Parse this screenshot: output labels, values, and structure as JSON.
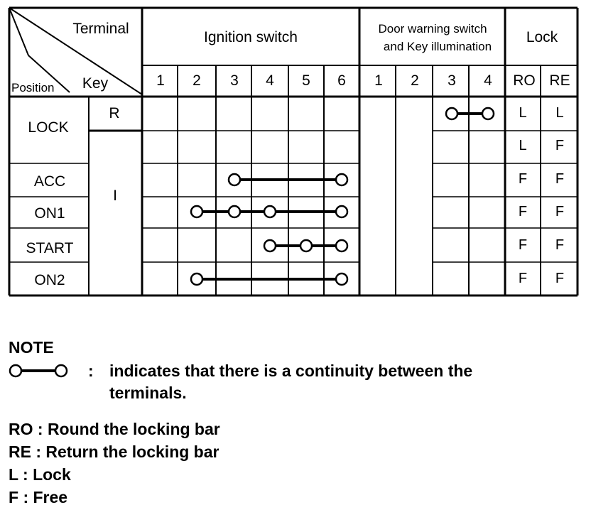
{
  "header": {
    "terminal": "Terminal",
    "key": "Key",
    "position": "Position",
    "ignition": "Ignition switch",
    "door_line1": "Door warning switch",
    "door_line2": "and Key illumination",
    "lock": "Lock"
  },
  "ignition_terminals": [
    "1",
    "2",
    "3",
    "4",
    "5",
    "6"
  ],
  "door_terminals": [
    "1",
    "2",
    "3",
    "4"
  ],
  "lock_columns": [
    "RO",
    "RE"
  ],
  "rows": [
    {
      "position": "LOCK",
      "key": "R",
      "ro": "L",
      "re": "L",
      "continuity": {
        "group": "door",
        "from": 3,
        "to": 4,
        "mids": []
      }
    },
    {
      "position": "",
      "key": "",
      "ro": "L",
      "re": "F",
      "continuity": null
    },
    {
      "position": "ACC",
      "key": "I",
      "ro": "F",
      "re": "F",
      "continuity": {
        "group": "ign",
        "from": 3,
        "to": 6,
        "mids": []
      }
    },
    {
      "position": "ON1",
      "key": "",
      "ro": "F",
      "re": "F",
      "continuity": {
        "group": "ign",
        "from": 2,
        "to": 6,
        "mids": [
          3,
          4
        ]
      }
    },
    {
      "position": "START",
      "key": "",
      "ro": "F",
      "re": "F",
      "continuity": {
        "group": "ign",
        "from": 4,
        "to": 6,
        "mids": [
          5
        ]
      }
    },
    {
      "position": "ON2",
      "key": "",
      "ro": "F",
      "re": "F",
      "continuity": {
        "group": "ign",
        "from": 2,
        "to": 6,
        "mids": []
      }
    }
  ],
  "notes": {
    "title": "NOTE",
    "colon": ":",
    "continuity_line1": "indicates that there is a continuity between the",
    "continuity_line2": "terminals.",
    "legend": [
      "RO : Round the locking bar",
      "RE : Return the locking bar",
      "L : Lock",
      "F : Free"
    ]
  }
}
